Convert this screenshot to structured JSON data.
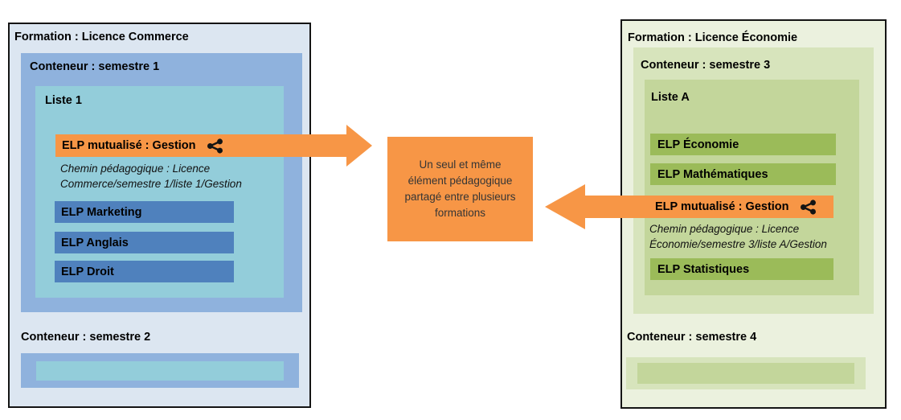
{
  "colors": {
    "blue_formation_bg": "#dce6f1",
    "blue_container": "#8fb2dd",
    "blue_list": "#93cdda",
    "blue_elp": "#4f81bd",
    "green_formation_bg": "#ebf1de",
    "green_container": "#d7e4bc",
    "green_list": "#c3d69b",
    "green_elp": "#9bbb59",
    "orange_accent": "#f79646",
    "border": "#141414"
  },
  "left_formation": {
    "title": "Formation : Licence Commerce",
    "semester1": {
      "title": "Conteneur : semestre 1",
      "list": {
        "title": "Liste 1",
        "shared_elp_label": "ELP mutualisé : Gestion",
        "shared_elp_icon": "share-icon",
        "path_line1": "Chemin pédagogique : Licence",
        "path_line2": "Commerce/semestre 1/liste 1/Gestion",
        "elps": [
          "ELP Marketing",
          "ELP Anglais",
          "ELP Droit"
        ]
      }
    },
    "semester2": {
      "title": "Conteneur : semestre 2"
    }
  },
  "right_formation": {
    "title": "Formation : Licence Économie",
    "semester3": {
      "title": "Conteneur : semestre 3",
      "list": {
        "title": "Liste A",
        "elps_before": [
          "ELP Économie",
          "ELP Mathématiques"
        ],
        "shared_elp_label": "ELP mutualisé : Gestion",
        "shared_elp_icon": "share-icon",
        "path_line1": "Chemin pédagogique : Licence",
        "path_line2": "Économie/semestre 3/liste A/Gestion",
        "elps_after": [
          "ELP Statistiques"
        ]
      }
    },
    "semester4": {
      "title": "Conteneur : semestre 4"
    }
  },
  "center_note": {
    "line1": "Un seul et même",
    "line2": "élément pédagogique",
    "line3": "partagé entre plusieurs",
    "line4": "formations"
  }
}
